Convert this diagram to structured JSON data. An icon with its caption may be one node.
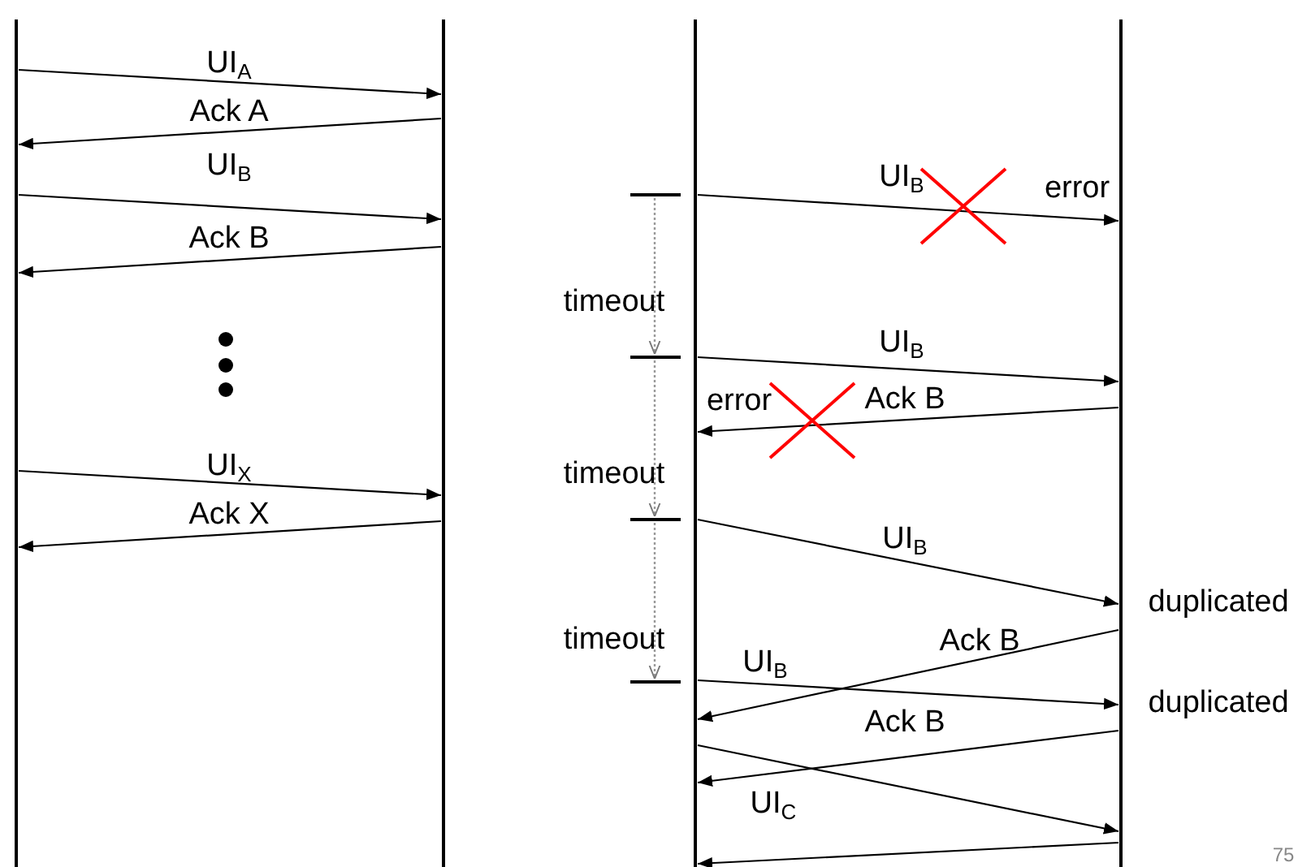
{
  "diagram": {
    "nodes": [
      {
        "text": [],
        "shape": "bar"
      },
      {
        "text": [],
        "shape": "bar"
      },
      {
        "text": [],
        "shape": "bar"
      },
      {
        "text": [],
        "shape": "bar"
      }
    ],
    "edges": [
      {
        "from": 0,
        "to": 1,
        "arrow": "to",
        "label": "UI$_{A}$"
      },
      {
        "from": 1,
        "to": 0,
        "arrow": "to",
        "label": "Ack A"
      },
      {
        "from": 0,
        "to": 1,
        "arrow": "to",
        "label": "UI$_{B}$"
      },
      {
        "from": 1,
        "to": 0,
        "arrow": "to",
        "label": "Ack B"
      },
      {
        "from": 0,
        "to": 1,
        "arrow": "to",
        "label": "UI$_{X}$"
      },
      {
        "from": 1,
        "to": 0,
        "arrow": "to",
        "label": "Ack X"
      },
      {
        "from": 2,
        "to": 3,
        "arrow": "to",
        "label": "UI$_{B}$"
      },
      {
        "from": 2,
        "to": 3,
        "arrow": "to",
        "label": "UI$_{B}$"
      },
      {
        "from": 3,
        "to": 2,
        "arrow": "to",
        "label": "Ack B"
      },
      {
        "from": 2,
        "to": 3,
        "arrow": "to",
        "label": "UI$_{B}$"
      },
      {
        "from": 3,
        "to": 2,
        "arrow": "to",
        "label": "Ack B"
      },
      {
        "from": 2,
        "to": 3,
        "arrow": "to",
        "label": "UI$_{B}$"
      },
      {
        "from": 3,
        "to": 2,
        "arrow": "to",
        "label": "Ack B"
      },
      {
        "from": 2,
        "to": 3,
        "arrow": "to",
        "label": "UI$_{C}$"
      },
      {
        "from": 3,
        "to": 2,
        "arrow": "to"
      }
    ],
    "labels": [
      "error",
      "timeout",
      "error",
      "timeout",
      "duplicated",
      "timeout",
      "duplicated",
      "75"
    ]
  }
}
